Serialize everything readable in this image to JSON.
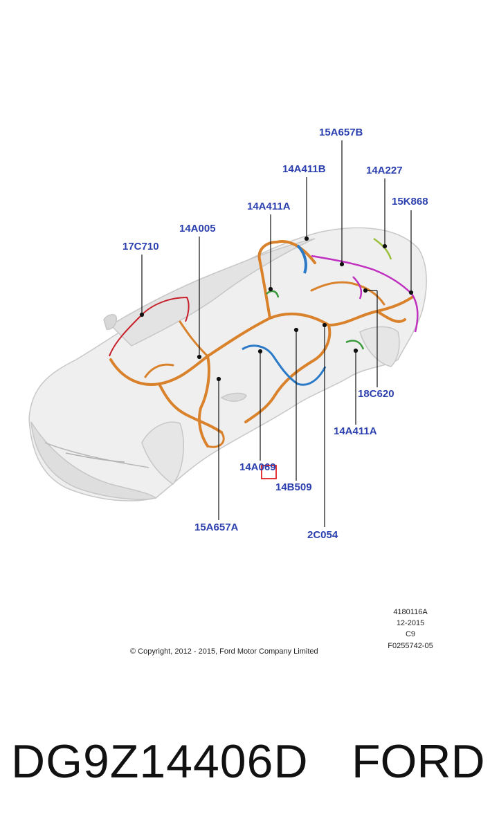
{
  "callouts": {
    "c1": "15A657B",
    "c2": "14A411B",
    "c3": "14A227",
    "c4": "15K868",
    "c5": "14A411A",
    "c6": "14A005",
    "c7": "17C710",
    "c8": "18C620",
    "c9": "14A411A",
    "c10": "14A069",
    "c11": "14B509",
    "c12": "15A657A",
    "c13": "2C054"
  },
  "meta": {
    "line1": "4180116A",
    "line2": "12-2015",
    "line3": "C9",
    "line4": "F0255742-05"
  },
  "copyright": "© Copyright, 2012 - 2015, Ford Motor Company Limited",
  "footer": {
    "part_number": "DG9Z14406D",
    "brand": "FORD"
  },
  "colors": {
    "callout_text": "#2b3fae",
    "harness_main": "#d9822b",
    "harness_blue": "#2a7ac8",
    "harness_red": "#c8202a",
    "harness_magenta": "#c030c0",
    "harness_green": "#3a9a3a",
    "harness_lime": "#9ac03a",
    "highlight_box": "#e02020"
  }
}
